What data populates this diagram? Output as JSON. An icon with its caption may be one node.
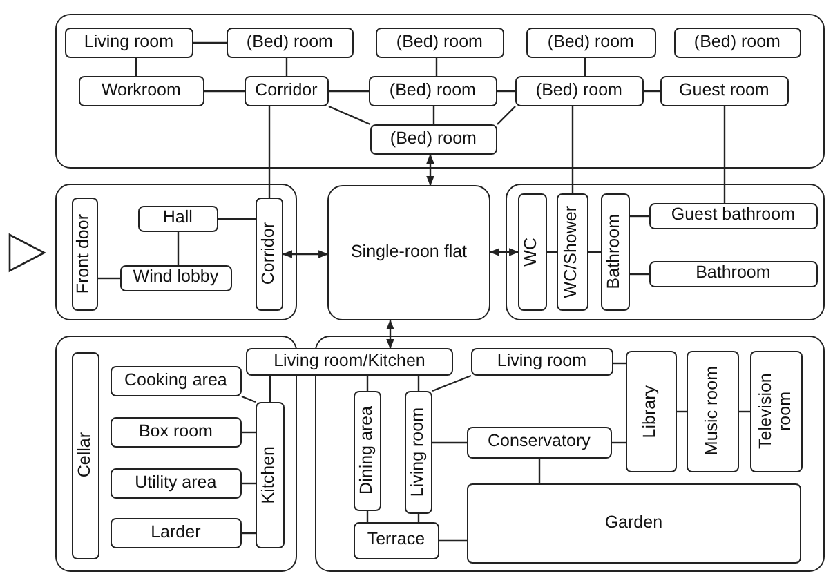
{
  "diagram": {
    "nodes": [
      {
        "text": [],
        "shape": "box"
      },
      {
        "text": [
          "Living room"
        ],
        "in": 0
      },
      {
        "text": [
          "(Bed) room"
        ],
        "in": 0
      },
      {
        "text": [
          "(Bed) room"
        ],
        "in": 0
      },
      {
        "text": [
          "(Bed) room"
        ],
        "in": 0
      },
      {
        "text": [
          "(Bed) room"
        ],
        "in": 0
      },
      {
        "text": [
          "Workroom"
        ],
        "in": 0
      },
      {
        "text": [
          "Corridor"
        ],
        "in": 0
      },
      {
        "text": [
          "(Bed) room"
        ],
        "in": 0
      },
      {
        "text": [
          "(Bed) room"
        ],
        "in": 0
      },
      {
        "text": [
          "Guest room"
        ],
        "in": 0
      },
      {
        "text": [
          "(Bed) room"
        ],
        "in": 0
      },
      {
        "text": [],
        "shape": "box"
      },
      {
        "text": [
          "Front door"
        ],
        "in": 12
      },
      {
        "text": [
          "Hall"
        ],
        "in": 12
      },
      {
        "text": [
          "Wind lobby"
        ],
        "in": 12
      },
      {
        "text": [
          "Corridor"
        ],
        "in": 12
      },
      {
        "text": [
          "Single-roon flat"
        ]
      },
      {
        "text": [],
        "shape": "box"
      },
      {
        "text": [
          "WC"
        ],
        "in": 18
      },
      {
        "text": [
          "WC/Shower"
        ],
        "in": 18
      },
      {
        "text": [
          "Bathroom"
        ],
        "in": 18
      },
      {
        "text": [
          "Guest bathroom"
        ],
        "in": 18
      },
      {
        "text": [
          "Bathroom"
        ],
        "in": 18
      },
      {
        "text": [],
        "shape": "box"
      },
      {
        "text": [
          "Cellar"
        ],
        "in": 24
      },
      {
        "text": [
          "Cooking area"
        ],
        "in": 24
      },
      {
        "text": [
          "Box room"
        ],
        "in": 24
      },
      {
        "text": [
          "Utility area"
        ],
        "in": 24
      },
      {
        "text": [
          "Larder"
        ],
        "in": 24
      },
      {
        "text": [
          "Kitchen"
        ],
        "in": 24
      },
      {
        "text": [],
        "shape": "box"
      },
      {
        "text": [
          "Living room/Kitchen"
        ]
      },
      {
        "text": [
          "Dining area"
        ],
        "in": 31
      },
      {
        "text": [
          "Living room"
        ],
        "in": 31
      },
      {
        "text": [
          "Living room"
        ],
        "in": 31
      },
      {
        "text": [
          "Conservatory"
        ],
        "in": 31
      },
      {
        "text": [
          "Library"
        ],
        "in": 31
      },
      {
        "text": [
          "Music room"
        ],
        "in": 31
      },
      {
        "text": [
          "Television room"
        ],
        "in": 31
      },
      {
        "text": [
          "Garden"
        ],
        "in": 31
      },
      {
        "text": [
          "Terrace"
        ],
        "in": 31
      }
    ],
    "edges": [
      {
        "from": 1,
        "to": 2,
        "arrow": "none"
      },
      {
        "from": 1,
        "to": 6,
        "arrow": "none"
      },
      {
        "from": 2,
        "to": 7,
        "arrow": "none"
      },
      {
        "from": 6,
        "to": 7,
        "arrow": "none"
      },
      {
        "from": 7,
        "to": 8,
        "arrow": "none"
      },
      {
        "from": 8,
        "to": 9,
        "arrow": "none"
      },
      {
        "from": 9,
        "to": 10,
        "arrow": "none"
      },
      {
        "from": 3,
        "to": 8,
        "arrow": "none"
      },
      {
        "from": 4,
        "to": 9,
        "arrow": "none"
      },
      {
        "from": 7,
        "to": 11,
        "arrow": "none"
      },
      {
        "from": 8,
        "to": 11,
        "arrow": "none"
      },
      {
        "from": 9,
        "to": 11,
        "arrow": "none"
      },
      {
        "from": 11,
        "to": 17,
        "arrow": "both"
      },
      {
        "from": 7,
        "to": 16,
        "arrow": "none"
      },
      {
        "from": 9,
        "to": 20,
        "arrow": "none"
      },
      {
        "from": 10,
        "to": 22,
        "arrow": "none"
      },
      {
        "from": 14,
        "to": 16,
        "arrow": "none"
      },
      {
        "from": 14,
        "to": 15,
        "arrow": "none"
      },
      {
        "from": 13,
        "to": 15,
        "arrow": "none"
      },
      {
        "from": 16,
        "to": 17,
        "arrow": "both"
      },
      {
        "from": 17,
        "to": 19,
        "arrow": "both"
      },
      {
        "from": 19,
        "to": 20,
        "arrow": "none"
      },
      {
        "from": 20,
        "to": 21,
        "arrow": "none"
      },
      {
        "from": 21,
        "to": 22,
        "arrow": "none"
      },
      {
        "from": 21,
        "to": 23,
        "arrow": "none"
      },
      {
        "from": 32,
        "to": 17,
        "arrow": "both"
      },
      {
        "from": 26,
        "to": 30,
        "arrow": "none"
      },
      {
        "from": 27,
        "to": 30,
        "arrow": "none"
      },
      {
        "from": 28,
        "to": 30,
        "arrow": "none"
      },
      {
        "from": 29,
        "to": 30,
        "arrow": "none"
      },
      {
        "from": 30,
        "to": 32,
        "arrow": "none"
      },
      {
        "from": 32,
        "to": 33,
        "arrow": "none"
      },
      {
        "from": 32,
        "to": 34,
        "arrow": "none"
      },
      {
        "from": 34,
        "to": 35,
        "arrow": "none"
      },
      {
        "from": 34,
        "to": 36,
        "arrow": "none"
      },
      {
        "from": 35,
        "to": 37,
        "arrow": "none"
      },
      {
        "from": 36,
        "to": 37,
        "arrow": "none"
      },
      {
        "from": 37,
        "to": 38,
        "arrow": "none"
      },
      {
        "from": 38,
        "to": 39,
        "arrow": "none"
      },
      {
        "from": 36,
        "to": 40,
        "arrow": "none"
      },
      {
        "from": 33,
        "to": 41,
        "arrow": "none"
      },
      {
        "from": 34,
        "to": 41,
        "arrow": "none"
      },
      {
        "from": 41,
        "to": 40,
        "arrow": "none"
      }
    ]
  }
}
